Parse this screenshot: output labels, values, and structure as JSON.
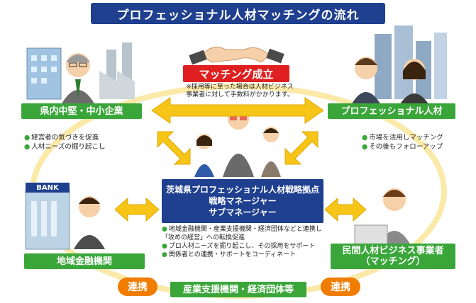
{
  "title": "プロフェッショナル人材マッチングの流れ",
  "matching": {
    "label": "マッチング成立",
    "note_line1": "※採用等に至った場合は人材ビジネス",
    "note_line2": "事業者に対して手数料がかかります。"
  },
  "nodes": {
    "sme": "県内中堅・中小企業",
    "pro": "プロフェッショナル人材",
    "bank": "地域金融機関",
    "private_line1": "民間人材ビジネス事業者",
    "private_line2": "（マッチング）",
    "industry": "産業支援機関・経済団体等",
    "center_line1": "茨城県プロフェッショナル人材戦略拠点",
    "center_line2": "戦略マネージャー",
    "center_line3": "サブマネージャー"
  },
  "bullets_left": [
    "経営者の気づきを促進",
    "人材ニーズの掘り起こし"
  ],
  "bullets_right": [
    "市場を活用しマッチング",
    "その後もフォローアップ"
  ],
  "bullets_center": [
    "地域金融機関・産業支援機関・経済団体などと連携し「攻めの経営」への転換促進",
    "プロ人材ニーズを掘り起こし、その採用をサポート",
    "関係者との連携・サポートをコーディネート"
  ],
  "bank_sign": "BANK",
  "badges": [
    "連携",
    "連携"
  ],
  "colors": {
    "navy": "#1f3f8f",
    "green": "#3aa63a",
    "red": "#e02020",
    "orange": "#f07c00",
    "arrow": "#f6c518"
  }
}
